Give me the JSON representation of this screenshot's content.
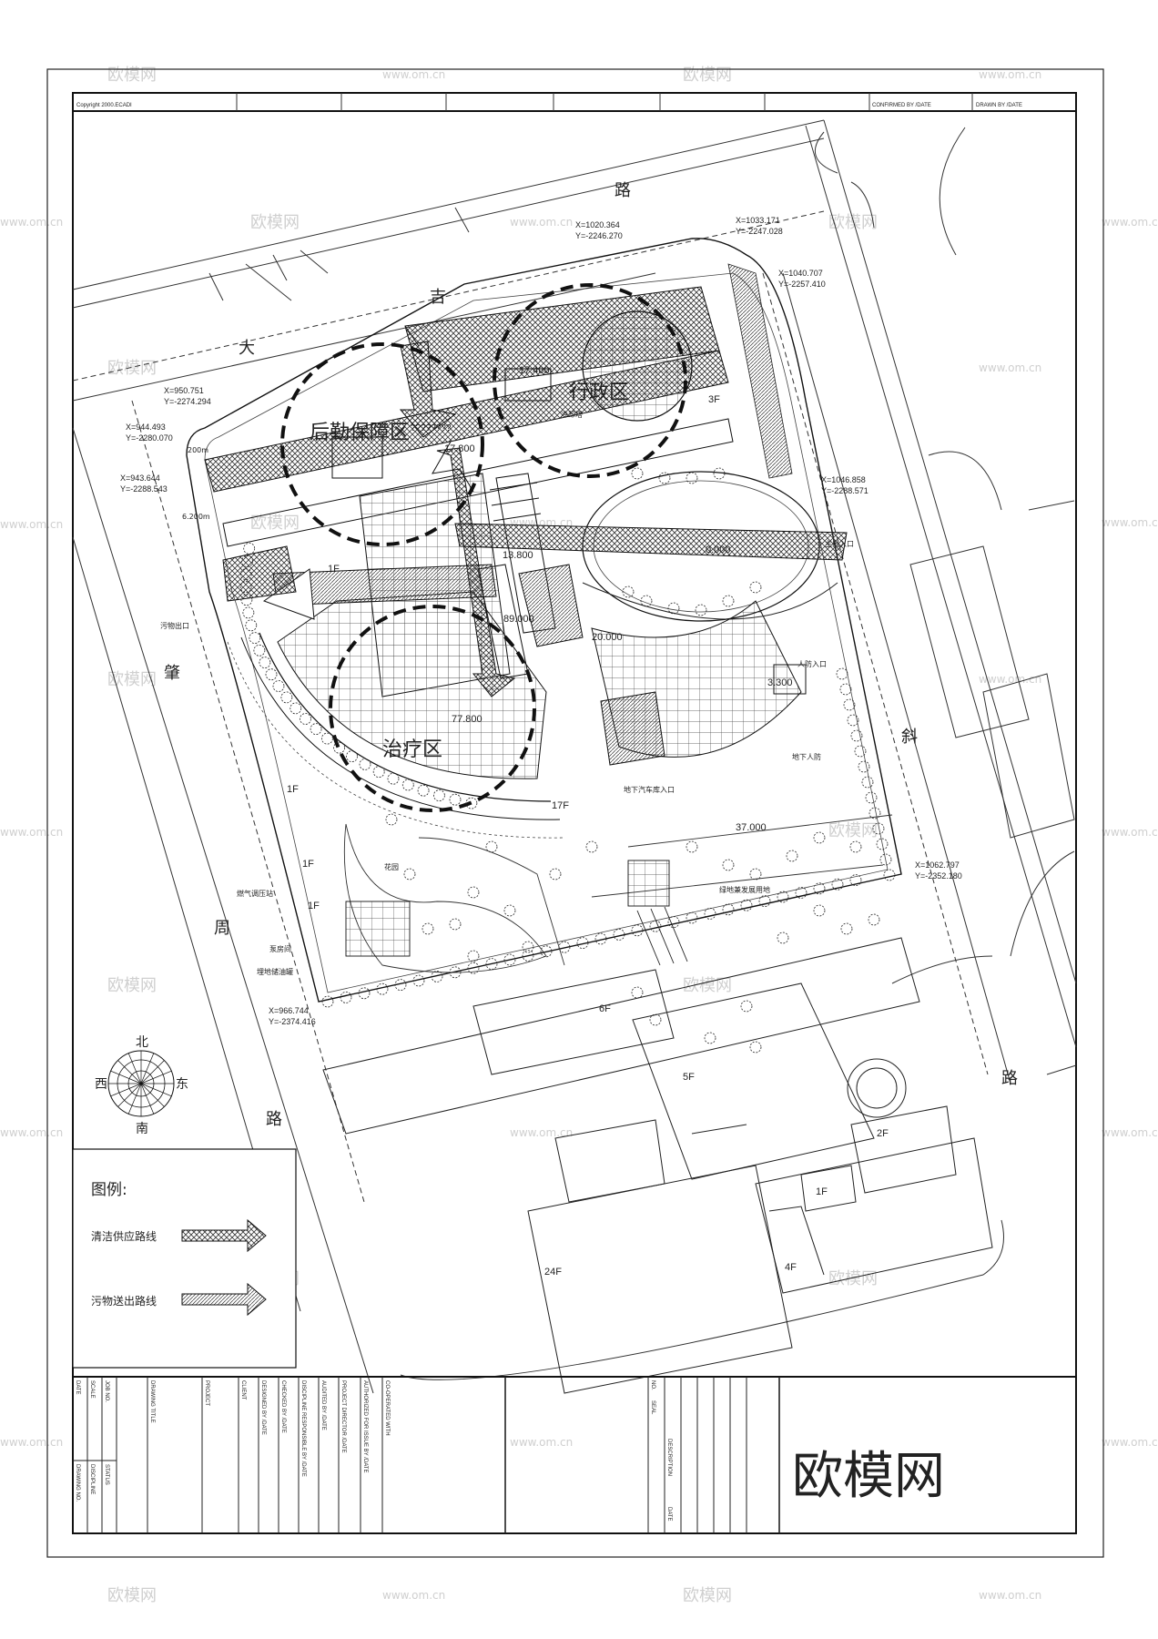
{
  "sheet": {
    "copyright": "Copyright 2000.ECADI",
    "confirmed_by": "CONFIRMED BY /DATE",
    "drawn_by": "DRAWN BY /DATE"
  },
  "roads": {
    "north": [
      "大",
      "吉",
      "路"
    ],
    "west": [
      "肇",
      "周",
      "路"
    ],
    "east": [
      "斜",
      "路"
    ]
  },
  "zones": {
    "logistics": "后勤保障区",
    "logistics_suffix": "????????",
    "admin": "行政区",
    "public": "治疗区"
  },
  "coordinates": [
    {
      "x": "X=1020.364",
      "y": "Y=-2246.270"
    },
    {
      "x": "X=1033.171",
      "y": "Y=-2247.028"
    },
    {
      "x": "X=1040.707",
      "y": "Y=-2257.410"
    },
    {
      "x": "X=950.751",
      "y": "Y=-2274.294"
    },
    {
      "x": "X=944.493",
      "y": "Y=-2280.070"
    },
    {
      "x": "X=943.644",
      "y": "Y=-2288.543"
    },
    {
      "x": "X=1046.858",
      "y": "Y=-2288.571"
    },
    {
      "x": "X=1062.797",
      "y": "Y=-2352.180"
    },
    {
      "x": "X=966.744",
      "y": "Y=-2374.416"
    }
  ],
  "elevations": [
    "17.400",
    "17.800",
    "13.800",
    "89.000",
    "20.000",
    "77.800",
    "3.300",
    "37.000",
    "0.000",
    "3F",
    "1F",
    "17F"
  ],
  "site_labels": {
    "cooling_tower": "冷却塔",
    "waste_exit": "污物出口",
    "main_entrance": "主出入口",
    "civil_defense": "人防入口",
    "underground_civil_defense": "地下人防",
    "garden": "花园",
    "green_land": "绿地兼发展用地",
    "gas_station": "燃气调压站",
    "pump_room": "泵房间",
    "oil_tank": "埋地储油罐",
    "dist_200": "200m",
    "dist_6200": "6.200m",
    "lower_mark": "地下汽车库入口"
  },
  "buildings": [
    "1F",
    "1F",
    "1F",
    "6F",
    "5F",
    "2F",
    "1F",
    "24F",
    "4F"
  ],
  "compass": {
    "north": "北",
    "south": "南",
    "east": "东",
    "west": "西"
  },
  "legend": {
    "title": "图例:",
    "items": [
      {
        "label": "清洁供应路线"
      },
      {
        "label": "污物送出路线"
      }
    ]
  },
  "title_block": {
    "fields": [
      "DATE",
      "SCALE",
      "JOB NO.",
      "DRAWING TITLE",
      "PROJECT",
      "CLIENT",
      "DESIGNED BY /DATE",
      "CHECKED BY /DATE",
      "DISCIPLINE RESPONSIBLE BY /DATE",
      "AUDITED BY /DATE",
      "PROJECT DIRECTOR /DATE",
      "AUTHORIZED FOR ISSUE BY /DATE",
      "CO-OPERATED WITH"
    ],
    "bottom_fields": [
      "DRAWING NO.",
      "STATUS",
      "DISCIPLINE"
    ],
    "rev_fields": [
      "NO.",
      "SEAL",
      "DESCRIPTION",
      "DATE"
    ],
    "brand": "欧模网"
  },
  "watermarks": {
    "logo": "欧模网",
    "url": "www.om.cn"
  }
}
